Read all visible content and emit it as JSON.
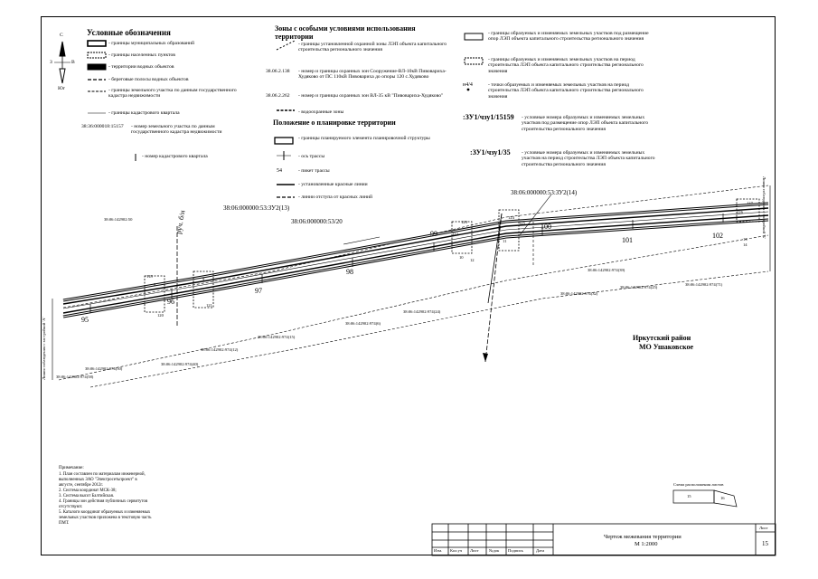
{
  "compass": {
    "north": "С",
    "south": "Юг",
    "west": "З",
    "east": "В"
  },
  "legend_main": {
    "title": "Условные обозначения",
    "items": [
      "- границы муниципальных образований",
      "- границы населенных пунктов",
      "- территории водных объектов",
      "- береговые полосы водных объектов",
      "- границы земельного участка по данным государственного кадастра недвижимости",
      "- границы кадастрового квартала"
    ],
    "cad_parcel_sample": "38:36:000018:15157",
    "cad_parcel_desc": "- номер земельного участка по данным государственного кадастра недвижимости",
    "cad_quarter_desc": "- номер кадастрового квартала"
  },
  "legend_zones": {
    "title": "Зоны с особыми условиями использования территории",
    "item1": "- границы установленной охранной зоны ЛЭП объекта капитального строительства регионального значения",
    "item2_code": "38.06.2.138",
    "item2": "- номер и границы охранных зон Сооружение-ВЛ-10кВ Пивоварихa-Худяково от ПС 110кВ Пивовариха до опоры 120 с.Худяково",
    "item3_code": "38.06.2.262",
    "item3": "- номер и границы охранных зон ВЛ-35 кВ \"Пивовариха-Худяково\"",
    "item4": "- водоохранные зоны"
  },
  "legend_planning": {
    "title": "Положение о планировке территории",
    "items": [
      "- границы планируемого элемента планировочной структуры",
      "- ось трассы",
      "- пикет трассы",
      "- установленные красные линии",
      "- линии отступа от красных линий"
    ],
    "picket_sample": "54"
  },
  "legend_right": {
    "item1": "- границы образуемых и изменяемых земельных участков под размещение опор ЛЭП объекта капитального строительства регионального значения",
    "item2": "- границы образуемых и изменяемых земельных участков на период строительства ЛЭП объекта капитального строительства регионального значения",
    "point_sample": "н4/4",
    "item3": "- точки образуемых и изменяемых земельных участков на период строительства ЛЭП объекта капитального строительства регионального значения",
    "code1": ":ЗУ1/чзу1/15159",
    "code1_desc": "- условные номера образуемых и изменяемых земельных участков под размещение опор ЛЭП объекта капитального строительства регионального значения",
    "code2": ":ЗУ1/чзу1/35",
    "code2_desc": "- условные номера образуемых и изменяемых земельных участков на период строительства ЛЭП объекта капитального строительства регионального значения"
  },
  "map_labels": {
    "zu13": "38:06:000000:53:ЗУ2(13)",
    "zu20": "38:06:000000:53/20",
    "zu14": "38:06:000000:53:ЗУ2(14)",
    "creek": "руч. б/н",
    "district1": "Иркутский район",
    "district2": "МО Ушаковское",
    "pickets": [
      "95",
      "96",
      "97",
      "98",
      "99",
      "100",
      "101",
      "102"
    ],
    "supports": [
      "8",
      "9",
      "10",
      "11",
      "12",
      "13",
      "14"
    ],
    "points": [
      "118",
      "120",
      "121",
      "122",
      "123",
      "124",
      "125",
      "126",
      "127"
    ],
    "parcels": [
      "38:06:142902:50",
      "38:06:142902:974(15)",
      "38:06:142902:974(12)",
      "38:06:142902:974(24)",
      "38:06:142902:974(32)",
      "38:06:142902:974(25)",
      "38:06:142902:974(40)",
      "38:06:142902:974(58)",
      "38:06:142902:974(6)",
      "38:06:142902:974(71)",
      "38:06:142902:974(39)",
      "38:06:142902:974(50)"
    ],
    "border_left": "Линия соблюдения с застройкой 'А'",
    "border_right": "Линия соблюдения с застройкой 'Б'"
  },
  "notes": {
    "title": "Примечание:",
    "lines": [
      "1. План составлен по материалам инженерной,",
      "выполненных ЗАО \"Электросетьпроект\" в",
      "августе, сентябре 2012г.",
      "2. Система координат МСК-38;",
      "3. Система высот Балтийская.",
      "4. Границы зон действия публичных сервитутов",
      "отсутствуют.",
      "5. Каталоги координат образуемых и изменяемых",
      "земельных участков приложена в текстовую часть",
      "ПМТ."
    ]
  },
  "location_scheme": {
    "title": "Схема расположения листов",
    "sheet_a": "15",
    "sheet_b": "16"
  },
  "stamp": {
    "headers": [
      "Изм.",
      "Кол.уч",
      "Лист",
      "№док",
      "Подпись",
      "Дата"
    ],
    "title": "Чертеж межевания территории",
    "scale": "М 1:2000",
    "sheet_label": "Лист",
    "sheet_no": "15"
  }
}
